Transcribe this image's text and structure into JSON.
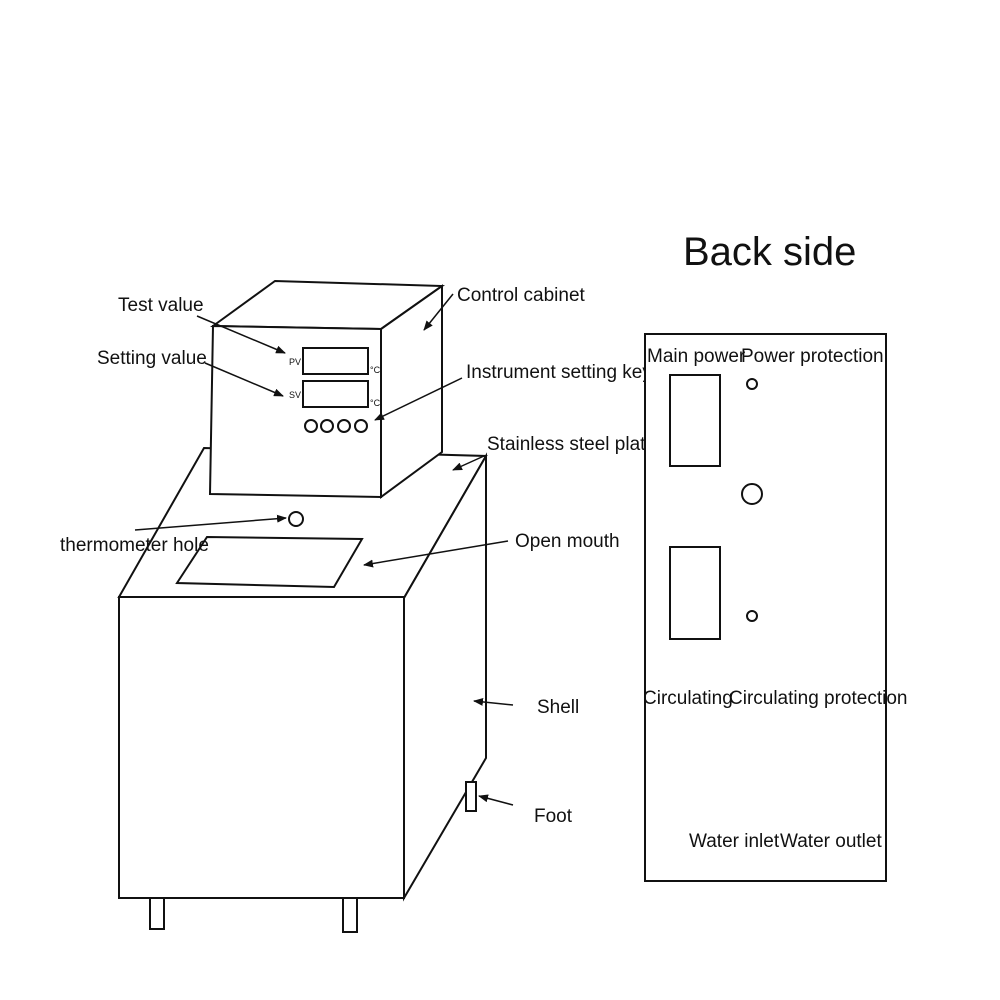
{
  "back_side": {
    "title": "Back side",
    "main_power": "Main power",
    "power_protection": "Power protection",
    "circulating": "Circulating",
    "circulating_protection": "Circulating protection",
    "water_inlet": "Water inlet",
    "water_outlet": "Water outlet"
  },
  "front": {
    "test_value": "Test value",
    "setting_value": "Setting value",
    "control_cabinet": "Control cabinet",
    "instrument_setting_key": "Instrument setting key",
    "stainless_steel_platen": "Stainless steel platen",
    "thermometer_hole": "thermometer hole",
    "open_mouth": "Open mouth",
    "shell": "Shell",
    "foot": "Foot"
  },
  "display": {
    "pv": "PV",
    "sv": "SV",
    "unit": "°C"
  }
}
